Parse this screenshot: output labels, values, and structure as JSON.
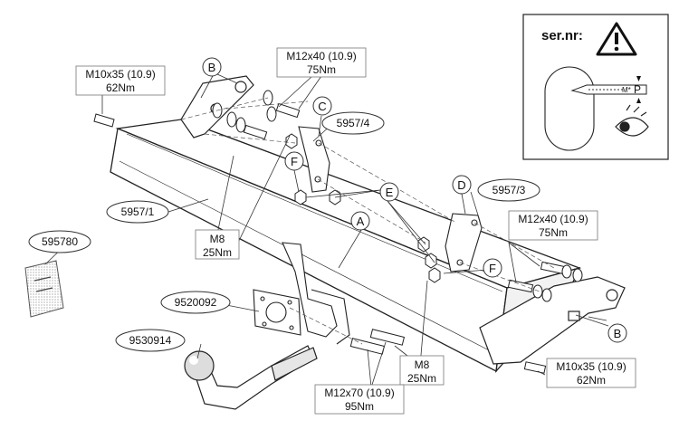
{
  "callouts": {
    "m10x35_left": {
      "spec": "M10x35 (10.9)",
      "torque": "62Nm"
    },
    "m12x40_top": {
      "spec": "M12x40 (10.9)",
      "torque": "75Nm"
    },
    "m12x40_right": {
      "spec": "M12x40 (10.9)",
      "torque": "75Nm"
    },
    "m8_left": {
      "spec": "M8",
      "torque": "25Nm"
    },
    "m8_center": {
      "spec": "M8",
      "torque": "25Nm"
    },
    "m12x70": {
      "spec": "M12x70 (10.9)",
      "torque": "95Nm"
    },
    "m10x35_right": {
      "spec": "M10x35 (10.9)",
      "torque": "62Nm"
    }
  },
  "letters": {
    "a": "A",
    "b_left": "B",
    "b_right": "B",
    "c": "C",
    "d": "D",
    "e": "E",
    "f_left": "F",
    "f_right": "F"
  },
  "parts": {
    "p5957_4": "5957/4",
    "p5957_3": "5957/3",
    "p5957_1": "5957/1",
    "p595780": "595780",
    "p9520092": "9520092",
    "p9530914": "9530914"
  },
  "serial_box": {
    "title": "ser.nr:",
    "plate_text": "M*",
    "plate_letter": "P"
  }
}
